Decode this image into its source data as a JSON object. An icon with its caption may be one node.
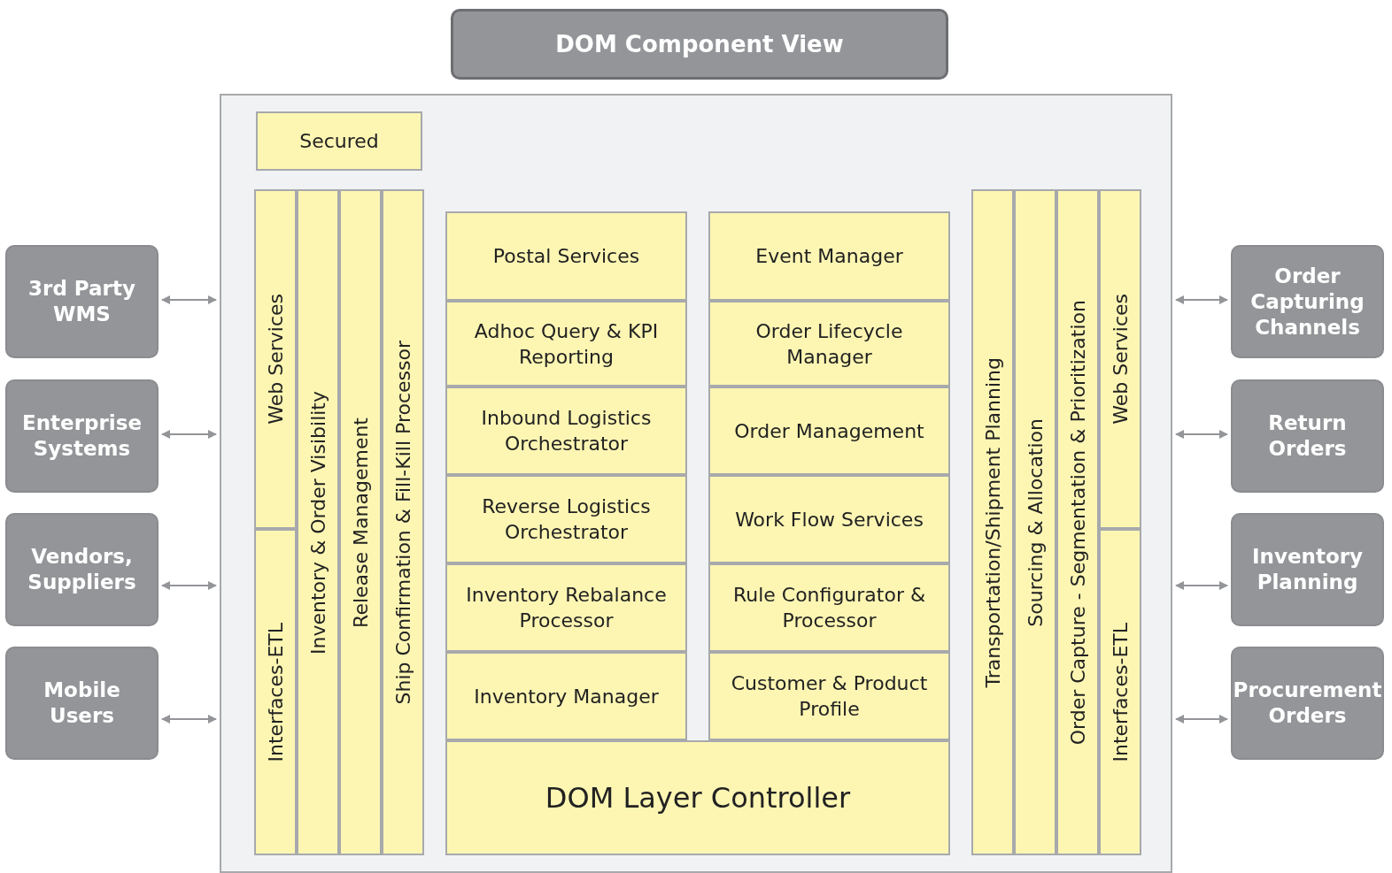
{
  "diagram": {
    "nodes": [
      {
        "text": [
          "DOM Component View"
        ]
      },
      {
        "text": [],
        "shape": "box"
      },
      {
        "text": [
          "Secured"
        ],
        "in": 1
      },
      {
        "text": [
          "Web Services"
        ],
        "in": 1
      },
      {
        "text": [
          "Interfaces-ETL"
        ],
        "in": 1
      },
      {
        "text": [
          "Inventory & Order Visibility"
        ],
        "in": 1
      },
      {
        "text": [
          "Release Management"
        ],
        "in": 1
      },
      {
        "text": [
          "Ship Confirmation & Fill-Kill Processor"
        ],
        "in": 1
      },
      {
        "text": [
          "Postal Services"
        ],
        "in": 1
      },
      {
        "text": [
          "Adhoc Query & KPI Reporting"
        ],
        "in": 1
      },
      {
        "text": [
          "Inbound Logistics Orchestrator"
        ],
        "in": 1
      },
      {
        "text": [
          "Reverse Logistics Orchestrator"
        ],
        "in": 1
      },
      {
        "text": [
          "Inventory Rebalance Processor"
        ],
        "in": 1
      },
      {
        "text": [
          "Inventory Manager"
        ],
        "in": 1
      },
      {
        "text": [
          "Event Manager"
        ],
        "in": 1
      },
      {
        "text": [
          "Order Lifecycle Manager"
        ],
        "in": 1
      },
      {
        "text": [
          "Order Management"
        ],
        "in": 1
      },
      {
        "text": [
          "Work Flow Services"
        ],
        "in": 1
      },
      {
        "text": [
          "Rule Configurator & Processor"
        ],
        "in": 1
      },
      {
        "text": [
          "Customer & Product Profile"
        ],
        "in": 1
      },
      {
        "text": [
          "DOM Layer Controller"
        ],
        "in": 1
      },
      {
        "text": [
          "Transportation/Shipment Planning"
        ],
        "in": 1
      },
      {
        "text": [
          "Sourcing & Allocation"
        ],
        "in": 1
      },
      {
        "text": [
          "Order Capture - Segmentation & Prioritization"
        ],
        "in": 1
      },
      {
        "text": [
          "Web Services"
        ],
        "in": 1
      },
      {
        "text": [
          "Interfaces-ETL"
        ],
        "in": 1
      },
      {
        "text": [
          "3rd Party WMS"
        ]
      },
      {
        "text": [
          "Enterprise Systems"
        ]
      },
      {
        "text": [
          "Vendors, Suppliers"
        ]
      },
      {
        "text": [
          "Mobile Users"
        ]
      },
      {
        "text": [
          "Order Capturing Channels"
        ]
      },
      {
        "text": [
          "Return Orders"
        ]
      },
      {
        "text": [
          "Inventory Planning"
        ]
      },
      {
        "text": [
          "Procurement Orders"
        ]
      }
    ],
    "edges": [
      {
        "from": 26,
        "to": 1,
        "arrow": "both"
      },
      {
        "from": 27,
        "to": 1,
        "arrow": "both"
      },
      {
        "from": 28,
        "to": 1,
        "arrow": "both"
      },
      {
        "from": 29,
        "to": 1,
        "arrow": "both"
      },
      {
        "from": 1,
        "to": 30,
        "arrow": "both"
      },
      {
        "from": 1,
        "to": 31,
        "arrow": "both"
      },
      {
        "from": 1,
        "to": 32,
        "arrow": "both"
      },
      {
        "from": 1,
        "to": 33,
        "arrow": "both"
      }
    ]
  }
}
